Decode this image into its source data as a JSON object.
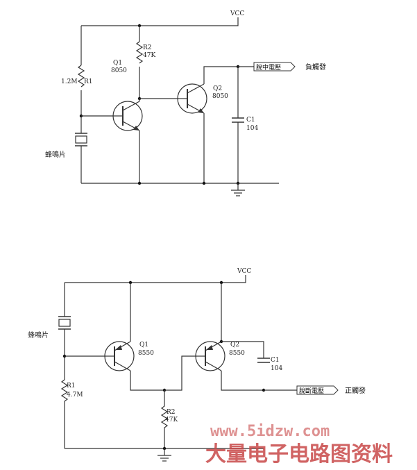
{
  "circuit_top": {
    "vcc": "VCC",
    "r1_value": "1.2M",
    "r1_name": "R1",
    "r2_name": "R2",
    "r2_value": "47K",
    "q1_name": "Q1",
    "q1_part": "8050",
    "q2_name": "Q2",
    "q2_part": "8050",
    "c1_name": "C1",
    "c1_value": "104",
    "output_tag": "脫中電壓",
    "output_note": "負觸發",
    "buzzer": "蜂鳴片"
  },
  "circuit_bottom": {
    "vcc": "VCC",
    "buzzer": "蜂鳴片",
    "q1_name": "Q1",
    "q1_part": "8550",
    "q2_name": "Q2",
    "q2_part": "8550",
    "c1_name": "C1",
    "c1_value": "104",
    "r1_name": "R1",
    "r1_value": "4.7M",
    "r2_name": "R2",
    "r2_value": "47K",
    "output_tag": "脫斷電壓",
    "output_note": "正觸發"
  },
  "watermark": {
    "url": "www.5idzw.com",
    "text": "大量电子电路图资料"
  }
}
